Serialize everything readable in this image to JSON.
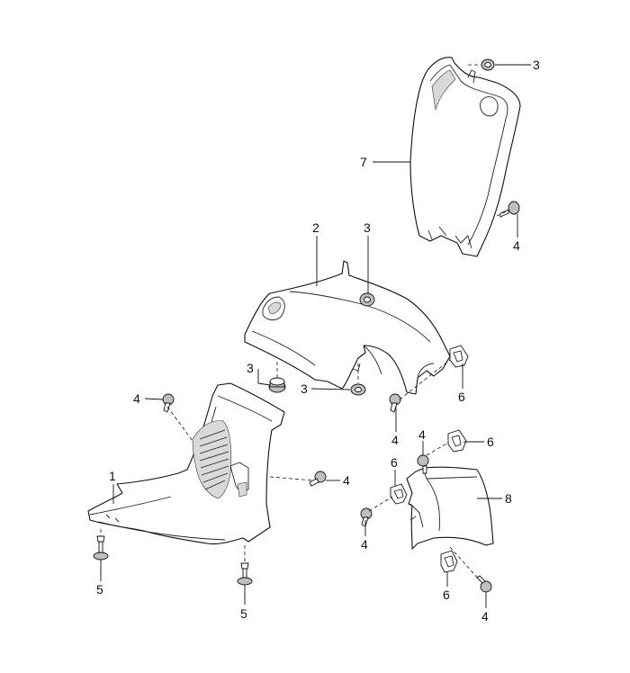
{
  "diagram": {
    "callouts": {
      "c1": "1",
      "c2": "2",
      "c3a": "3",
      "c3b": "3",
      "c3c": "3",
      "c3d": "3",
      "c4a": "4",
      "c4b": "4",
      "c4c": "4",
      "c4d": "4",
      "c4e": "4",
      "c4f": "4",
      "c4g": "4",
      "c5a": "5",
      "c5b": "5",
      "c6a": "6",
      "c6b": "6",
      "c6c": "6",
      "c6d": "6",
      "c7": "7",
      "c8": "8"
    }
  }
}
